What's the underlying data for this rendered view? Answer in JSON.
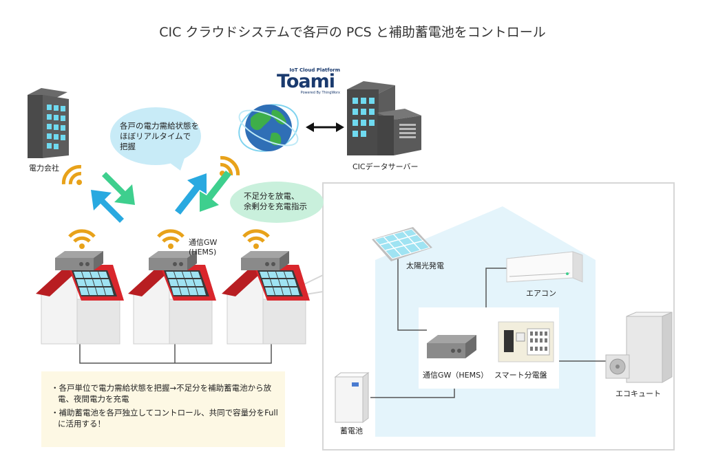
{
  "title": "CIC クラウドシステムで各戸の PCS と補助蓄電池をコントロール",
  "logo": {
    "tagline": "IoT Cloud Platform",
    "name": "Toami",
    "powered": "Powered By ThingWorx"
  },
  "labels": {
    "power_company": "電力会社",
    "data_server": "CICデータサーバー",
    "gateway": "通信GW\n(HEMS)",
    "solar": "太陽光発電",
    "aircon": "エアコン",
    "gateway_inside": "通信GW（HEMS）",
    "panel": "スマート分電盤",
    "ecocute": "エコキュート",
    "battery": "蓄電池"
  },
  "bubbles": {
    "status": "各戸の電力需給状態を\nほぼリアルタイムで\n把握",
    "instruction": "不足分を放電、\n余剰分を充電指示"
  },
  "notes": [
    "・各戸単位で電力需給状態を把握→不足分を補助蓄電池から放電、夜間電力を充電",
    "・補助蓄電池を各戸独立してコントロール、共同で容量分をFull に活用する！"
  ],
  "colors": {
    "roof": "#d9262c",
    "arrow_blue": "#29a9e0",
    "arrow_green": "#3ecf8e",
    "wifi": "#e8a21a",
    "bubble_blue": "#c8ebf7",
    "bubble_green": "#c9f0dc",
    "note_bg": "#fdf8e4",
    "house_bg": "#e4f4fb",
    "solar_cell": "#9fe3f2"
  }
}
